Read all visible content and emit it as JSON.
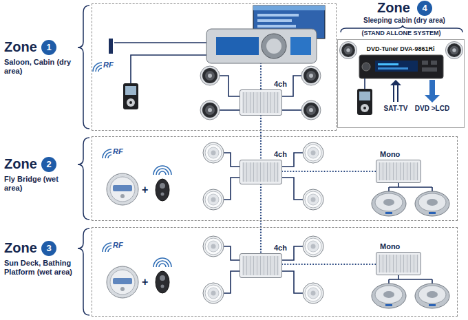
{
  "diagram": {
    "nodes": [
      {
        "text": [
          "Zone",
          "1",
          "Saloon, Cabin (dry area)"
        ]
      },
      {
        "text": [
          "4ch"
        ],
        "in": 0
      },
      {
        "text": [
          "Zone",
          "4",
          "Sleeping cabin (dry area)"
        ]
      },
      {
        "text": [
          "DVD-Tuner DVA-9861Ri"
        ],
        "in": 2
      },
      {
        "text": [
          "Zone",
          "2",
          "Fly Bridge (wet area)"
        ]
      },
      {
        "text": [
          "4ch"
        ],
        "in": 4
      },
      {
        "text": [
          "Mono"
        ],
        "in": 4
      },
      {
        "text": [
          "Zone",
          "3",
          "Sun Deck, Bathing Platform (wet area)"
        ]
      },
      {
        "text": [
          "4ch"
        ],
        "in": 7
      },
      {
        "text": [
          "Mono"
        ],
        "in": 7
      }
    ],
    "edges": [
      {
        "from": 1,
        "to": 5,
        "arrow": "none"
      },
      {
        "from": 5,
        "to": 8,
        "arrow": "none"
      },
      {
        "from": 5,
        "to": 6,
        "arrow": "none"
      },
      {
        "from": 8,
        "to": 9,
        "arrow": "none"
      }
    ],
    "labels": [
      "RF",
      "(STAND ALLONE SYSTEM)",
      "SAT-TV",
      "DVD >LCD",
      "RF",
      "+",
      "RF",
      "+"
    ]
  }
}
